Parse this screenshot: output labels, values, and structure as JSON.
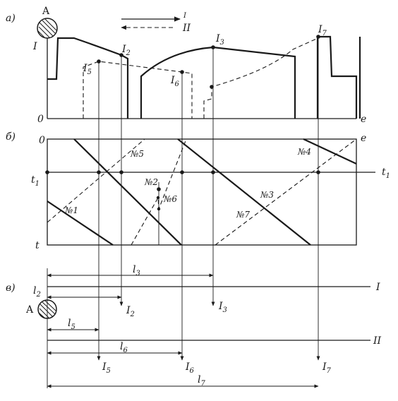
{
  "panels": {
    "a": "a)",
    "b": "б)",
    "c": "в)"
  },
  "node": {
    "name": "A"
  },
  "directions": {
    "forward": "I",
    "backward": "II"
  },
  "axis": {
    "zero": "0",
    "end": "e",
    "current_level": "I",
    "time_start": "0",
    "time_t1": "t",
    "time_t1_sub": "1",
    "time_t": "t"
  },
  "loads": [
    {
      "key": "i2",
      "name": "I",
      "sub": "2"
    },
    {
      "key": "i3",
      "name": "I",
      "sub": "3"
    },
    {
      "key": "i5",
      "name": "I",
      "sub": "5"
    },
    {
      "key": "i6",
      "name": "I",
      "sub": "6"
    },
    {
      "key": "i7",
      "name": "I",
      "sub": "7"
    }
  ],
  "trains": [
    {
      "key": "n1",
      "label": "№1"
    },
    {
      "key": "n2",
      "label": "№2"
    },
    {
      "key": "n3",
      "label": "№3"
    },
    {
      "key": "n4",
      "label": "№4"
    },
    {
      "key": "n5",
      "label": "№5"
    },
    {
      "key": "n6",
      "label": "№6"
    },
    {
      "key": "n7",
      "label": "№7"
    }
  ],
  "distances": [
    {
      "key": "l2",
      "name": "l",
      "sub": "2"
    },
    {
      "key": "l3",
      "name": "l",
      "sub": "3"
    },
    {
      "key": "l5",
      "name": "l",
      "sub": "5"
    },
    {
      "key": "l6",
      "name": "l",
      "sub": "6"
    },
    {
      "key": "l7",
      "name": "l",
      "sub": "7"
    }
  ],
  "lines": {
    "line1": "I",
    "line2": "II"
  }
}
